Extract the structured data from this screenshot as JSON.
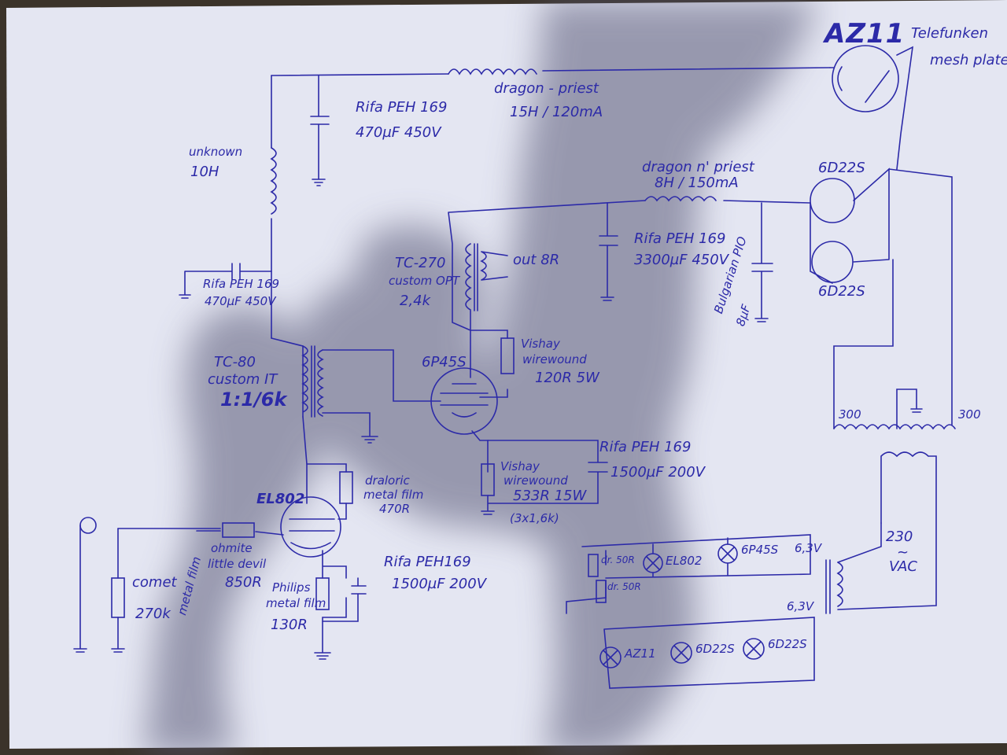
{
  "ink_color": "#2c2aa8",
  "paper_color": "#e6e8f4",
  "shadow_color": "#7d7d95",
  "rectifier": {
    "tube": "AZ11",
    "brand": "Telefunken",
    "note": "mesh plate"
  },
  "choke1": {
    "name": "dragon - priest",
    "spec": "15H / 120mA"
  },
  "choke2": {
    "name": "dragon n' priest",
    "spec": "8H / 150mA"
  },
  "choke3": {
    "name": "unknown",
    "spec": "10H"
  },
  "cap1": {
    "name": "Rifa PEH 169",
    "spec": "470µF 450V"
  },
  "cap2": {
    "name": "Rifa PEH 169",
    "spec": "470µF 450V"
  },
  "cap3": {
    "name": "Rifa PEH 169",
    "spec": "3300µF 450V"
  },
  "cap4": {
    "name": "Bulgarian PIO",
    "spec": "8µF"
  },
  "cap5": {
    "name": "Rifa PEH 169",
    "spec": "1500µF 200V"
  },
  "cap6": {
    "name": "Rifa PEH169",
    "spec": "1500µF 200V"
  },
  "opt": {
    "name": "TC-270",
    "type": "custom OPT",
    "imp": "2,4k",
    "out": "out 8R"
  },
  "it": {
    "name": "TC-80",
    "type": "custom IT",
    "ratio": "1:1/6k"
  },
  "output_tube": "6P45S",
  "driver_tube": "EL802",
  "vishay1": {
    "name": "Vishay",
    "type": "wirewound",
    "spec": "120R 5W"
  },
  "vishay2": {
    "name": "Vishay",
    "type": "wirewound",
    "spec": "533R 15W",
    "note": "(3x1,6k)"
  },
  "draloric": {
    "name": "draloric",
    "type": "metal film",
    "spec": "470R"
  },
  "ohmite": {
    "name": "ohmite",
    "type": "little devil",
    "spec": "850R"
  },
  "comet": {
    "name": "comet",
    "type": "metal film",
    "spec": "270k"
  },
  "philips": {
    "name": "Philips",
    "type": "metal film",
    "spec": "130R"
  },
  "regulators": [
    "6D22S",
    "6D22S"
  ],
  "ht_winding": {
    "left": "300",
    "right": "300"
  },
  "mains": {
    "volts": "230",
    "tilde": "~",
    "unit": "VAC"
  },
  "heater1": {
    "voltage": "6,3V",
    "r_top": "dr. 50R",
    "r_bottom": "dr. 50R",
    "lamps": [
      "EL802",
      "6P45S"
    ]
  },
  "heater2": {
    "voltage": "6,3V",
    "lamps": [
      "AZ11",
      "6D22S",
      "6D22S"
    ]
  }
}
